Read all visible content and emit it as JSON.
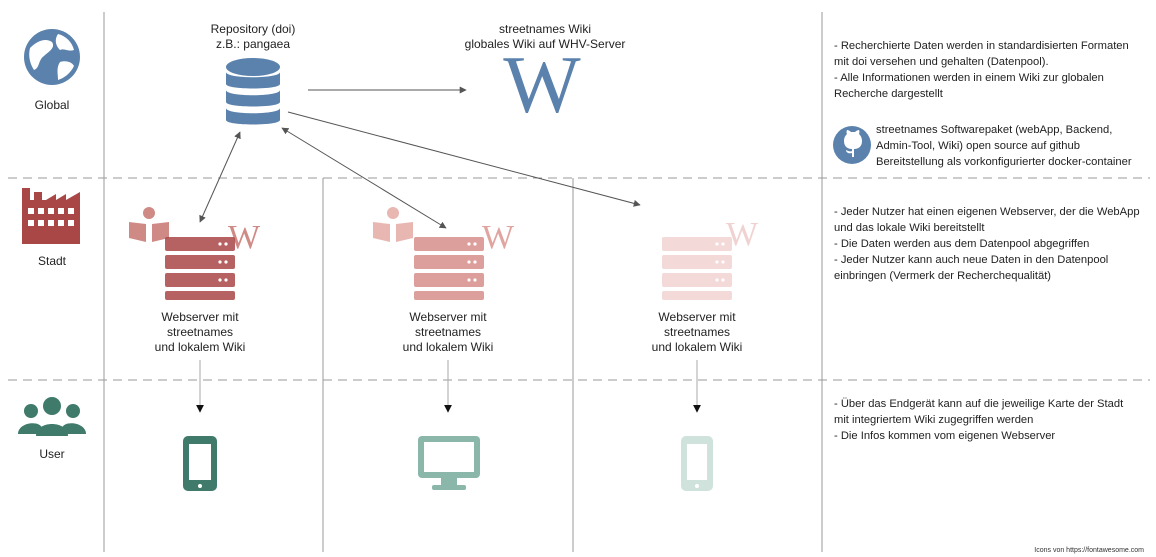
{
  "rows": {
    "global": "Global",
    "stadt": "Stadt",
    "user": "User"
  },
  "repository": {
    "line1": "Repository (doi)",
    "line2": "z.B.: pangaea"
  },
  "wiki": {
    "line1": "streetnames Wiki",
    "line2": "globales Wiki auf WHV-Server",
    "glyph": "W"
  },
  "servers": [
    {
      "line1": "Webserver mit",
      "line2": "streetnames",
      "line3": "und lokalem Wiki"
    },
    {
      "line1": "Webserver mit",
      "line2": "streetnames",
      "line3": "und lokalem Wiki"
    },
    {
      "line1": "Webserver mit",
      "line2": "streetnames",
      "line3": "und lokalem Wiki"
    }
  ],
  "notes": {
    "global": [
      "- Recherchierte Daten werden in standardisierten Formaten",
      "mit doi versehen und gehalten (Datenpool).",
      "- Alle Informationen werden in einem Wiki zur globalen",
      "Recherche dargestellt"
    ],
    "github": [
      "streetnames Softwarepaket (webApp, Backend,",
      "Admin-Tool, Wiki) open source auf github",
      "Bereitstellung als vorkonfigurierter docker-container"
    ],
    "stadt": [
      "- Jeder Nutzer hat einen eigenen Webserver, der die WebApp",
      "und das lokale Wiki bereitstellt",
      "- Die Daten werden aus dem Datenpool abgegriffen",
      "- Jeder Nutzer kann auch neue Daten in den Datenpool",
      "einbringen (Vermerk der Recherchequalität)"
    ],
    "user": [
      "- Über das Endgerät kann auf die jeweilige Karte der Stadt",
      "mit integriertem Wiki zugegriffen werden",
      "- Die Infos kommen vom eigenen Webserver"
    ]
  },
  "credit": "Icons von https://fontawesome.com",
  "colors": {
    "blue": "#5b82ad",
    "red_dark": "#a94646",
    "red_mid": "#cf8a86",
    "red_light": "#f0d2d1",
    "green_dark": "#3f7a6a",
    "green_mid": "#8ab7a9",
    "green_light": "#cfe3dc",
    "grid": "#9a9a9a"
  },
  "icons": [
    "globe-icon",
    "factory-icon",
    "users-icon",
    "database-icon",
    "wikipedia-icon",
    "github-icon",
    "reader-icon",
    "server-icon",
    "mobile-icon",
    "desktop-icon"
  ]
}
